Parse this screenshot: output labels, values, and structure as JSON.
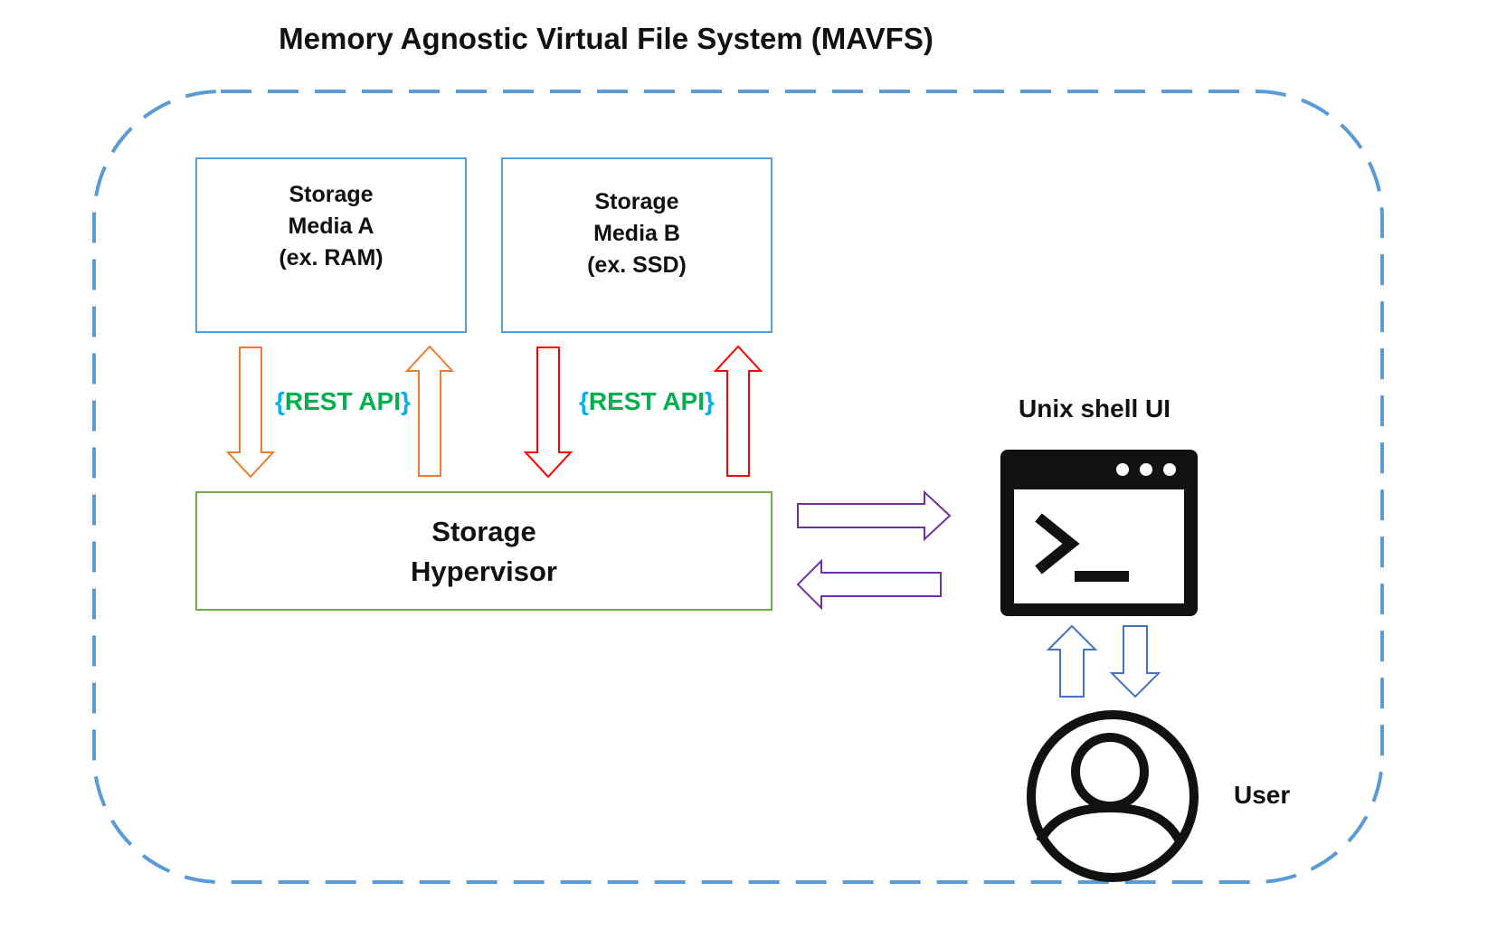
{
  "title": "Memory Agnostic Virtual File System (MAVFS)",
  "media_a": {
    "line1": "Storage",
    "line2": "Media A",
    "line3": "(ex. RAM)"
  },
  "media_b": {
    "line1": "Storage",
    "line2": "Media B",
    "line3": "(ex. SSD)"
  },
  "api_a": {
    "open": "{",
    "text": "REST API",
    "close": "}"
  },
  "api_b": {
    "open": "{",
    "text": "REST API",
    "close": "}"
  },
  "hypervisor": {
    "line1": "Storage",
    "line2": "Hypervisor"
  },
  "shell_label": "Unix shell UI",
  "user_label": "User",
  "colors": {
    "frame": "#5b9bd5",
    "media_border": "#5b9bd5",
    "hypervisor_border": "#70ad47",
    "arrow_a": "#ed7d31",
    "arrow_b": "#ff0000",
    "arrow_shell": "#7030a0",
    "arrow_user": "#4472c4",
    "api_brace": "#00b0f0",
    "api_text": "#00b050"
  },
  "icons": {
    "terminal": "terminal-window-icon",
    "user": "user-avatar-icon"
  }
}
